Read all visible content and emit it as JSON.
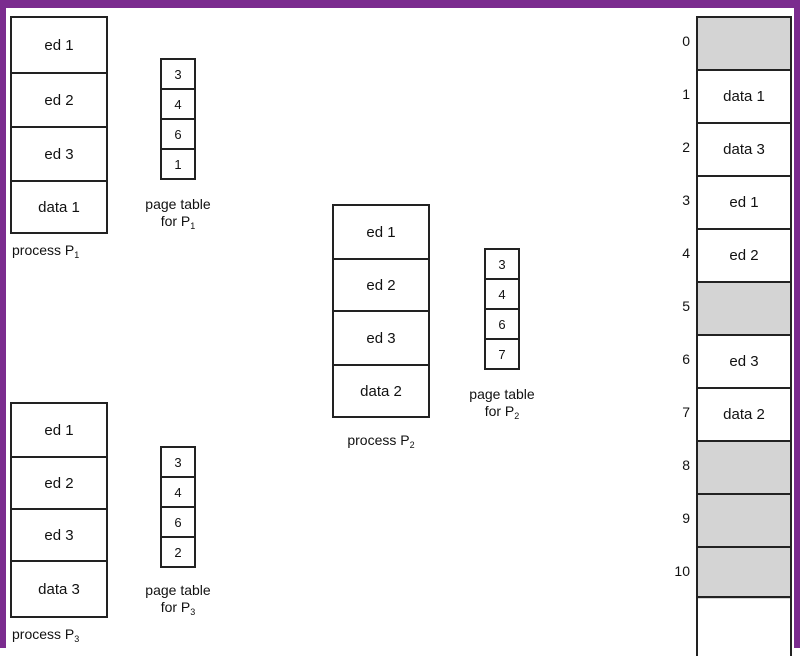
{
  "processes": [
    {
      "pages": [
        "ed 1",
        "ed 2",
        "ed 3",
        "data 1"
      ],
      "caption": "process P",
      "subscript": "1"
    },
    {
      "pages": [
        "ed 1",
        "ed 2",
        "ed 3",
        "data 2"
      ],
      "caption": "process P",
      "subscript": "2"
    },
    {
      "pages": [
        "ed 1",
        "ed 2",
        "ed 3",
        "data 3"
      ],
      "caption": "process P",
      "subscript": "3"
    }
  ],
  "page_tables": [
    {
      "entries": [
        "3",
        "4",
        "6",
        "1"
      ],
      "caption_line1": "page table",
      "caption_line2": "for P",
      "subscript": "1"
    },
    {
      "entries": [
        "3",
        "4",
        "6",
        "7"
      ],
      "caption_line1": "page table",
      "caption_line2": "for P",
      "subscript": "2"
    },
    {
      "entries": [
        "3",
        "4",
        "6",
        "2"
      ],
      "caption_line1": "page table",
      "caption_line2": "for P",
      "subscript": "3"
    }
  ],
  "memory": {
    "frames": [
      {
        "number": "0",
        "content": "",
        "free": true
      },
      {
        "number": "1",
        "content": "data 1",
        "free": false
      },
      {
        "number": "2",
        "content": "data 3",
        "free": false
      },
      {
        "number": "3",
        "content": "ed 1",
        "free": false
      },
      {
        "number": "4",
        "content": "ed 2",
        "free": false
      },
      {
        "number": "5",
        "content": "",
        "free": true
      },
      {
        "number": "6",
        "content": "ed 3",
        "free": false
      },
      {
        "number": "7",
        "content": "data 2",
        "free": false
      },
      {
        "number": "8",
        "content": "",
        "free": true
      },
      {
        "number": "9",
        "content": "",
        "free": true
      },
      {
        "number": "10",
        "content": "",
        "free": true
      }
    ]
  },
  "colors": {
    "frame_border": "#7b2c8f",
    "free_frame": "#d4d4d4"
  }
}
